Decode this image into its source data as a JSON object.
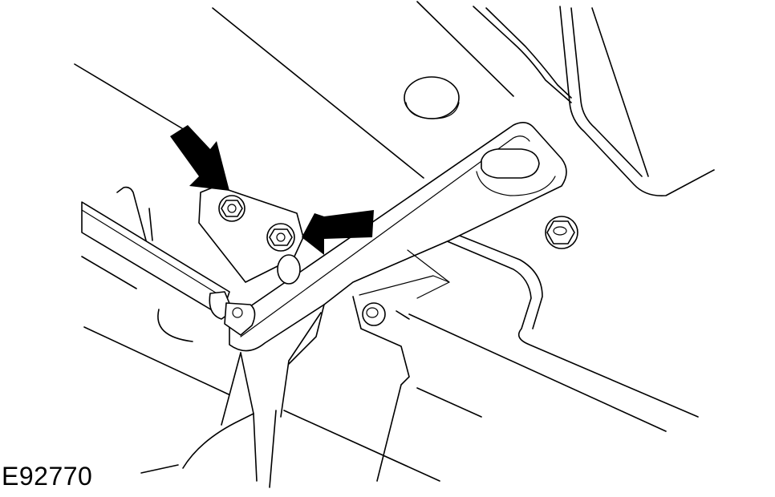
{
  "figure": {
    "reference_id": "E92770"
  },
  "callouts": {
    "arrow_count": 2,
    "target": "bolt",
    "arrow_color": "#000000"
  },
  "icons": {
    "arrow_left_upper": "arrow-down-right-icon",
    "arrow_right": "arrow-left-icon",
    "bolt_upper": "hex-bolt-icon",
    "bolt_lower": "hex-bolt-icon",
    "bolt_side": "hex-bolt-icon"
  }
}
